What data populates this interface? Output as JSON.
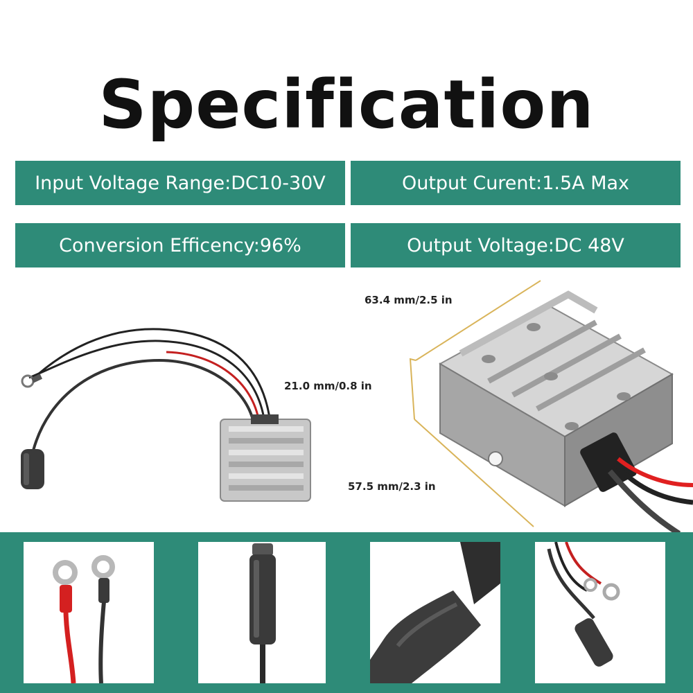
{
  "title": "Specification",
  "specs": [
    {
      "text": "Input Voltage Range:DC10-30V"
    },
    {
      "text": "Output Curent:1.5A Max"
    },
    {
      "text": "Conversion Efficency:96%"
    },
    {
      "text": "Output Voltage:DC 48V"
    }
  ],
  "dimensions": {
    "length": "63.4 mm/2.5 in",
    "height": "21.0 mm/0.8 in",
    "width": "57.5 mm/2.3 in"
  },
  "colors": {
    "accent": "#2e8b78",
    "wire_red": "#d42020",
    "wire_black": "#222222",
    "dimension_line": "#d9b45a"
  }
}
